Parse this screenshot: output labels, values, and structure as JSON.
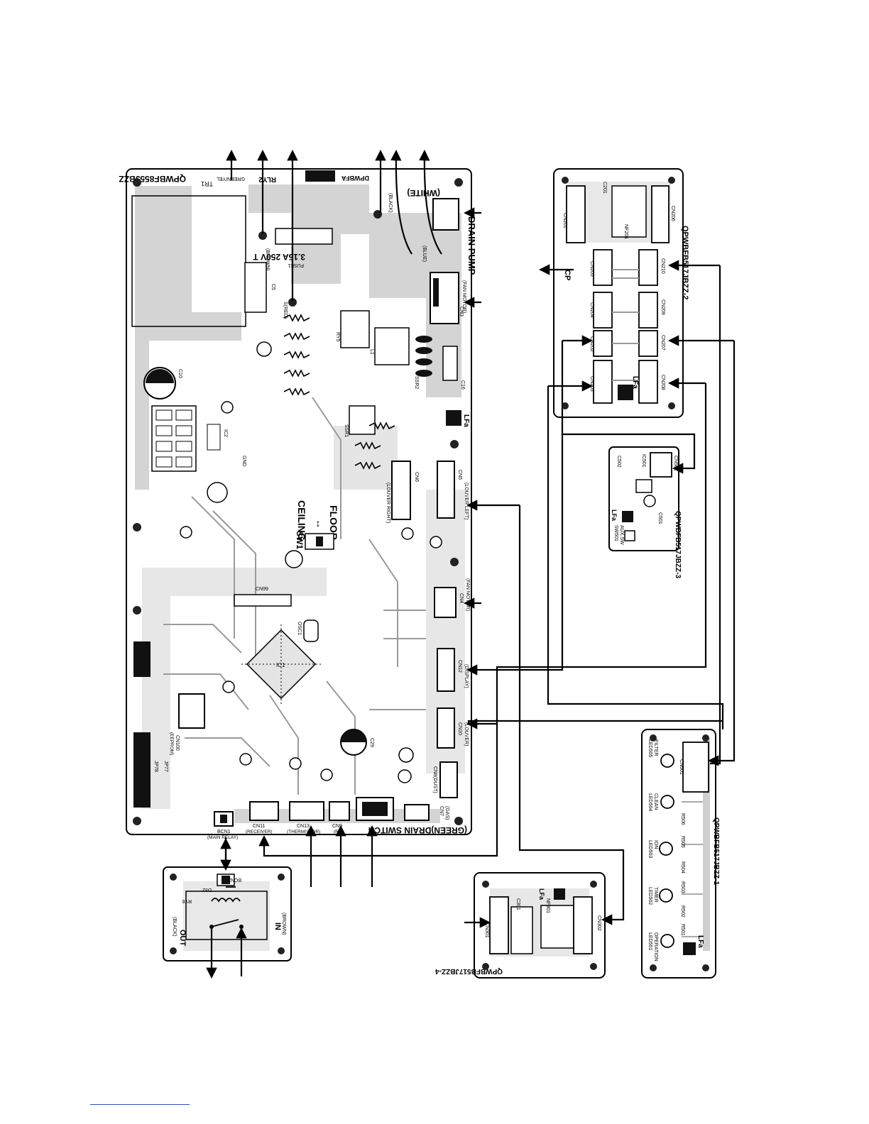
{
  "boards": {
    "main": {
      "part_no": "QPWBF855JBZZ",
      "marks": {
        "rly2": "RLY2",
        "dpwbfa": "DPWBFA",
        "fuse": "3.15A 250V T",
        "fuse_ref": "FUSE1",
        "drain_pump": "DRAIN PUMP",
        "white": "(WHITE)",
        "fan_motor": "(FAN MOTOR)",
        "cn3": "CN3",
        "s_red": "S(RED)",
        "brown": "(BROWN)",
        "green_yel": "GREEN/YEL",
        "black": "(BLACK)",
        "blue": "(BLUE)",
        "ceiling": "CEILING",
        "floor": "FLOOR",
        "sw1": "SW1",
        "tr1": "TR1",
        "drain_switch": "(GREEN)DRAIN SWITCH",
        "lfa": "LFa",
        "gnd": "GND",
        "osc1": "OSC1",
        "ic1": "IC1",
        "cn99": "CN99",
        "ssr1": "SSR1",
        "ssr2": "SSR2",
        "ry5": "RY5",
        "cn6": "CN6",
        "cn6_label": "(LOUVER RIGHT)",
        "cn5": "CN5",
        "cn5_label": "(LOUVER LEFT)",
        "cn4": "CN4",
        "cn4_label": "(FAN MOTOR)",
        "cn12": "CN12",
        "cn12_label": "(DISPLAY)",
        "cn10": "CN10",
        "cn10_label": "(LOUVER)",
        "cn8": "CN8(DUST)",
        "cn7": "CN7",
        "cn7_label": "(GAS)",
        "cn11": "CN11",
        "cn11_label": "(RECEIVER)",
        "cn13": "CN13",
        "cn13_label": "(THERMISTOR)",
        "cn9": "CN9",
        "cn9_label": "(RH)",
        "bcn1": "BCN1",
        "bcn1_label": "(MAIN RELAY)",
        "cn100": "CN100",
        "cn100_label": "(EEPROM)",
        "jp77": "JP77",
        "jp78": "JP78",
        "c10": "C10",
        "c5": "C5",
        "l1": "L1",
        "c16": "C16",
        "c29": "C29",
        "ic2": "IC2"
      }
    },
    "connector_board": {
      "part_no": "QPWBFB517JBZZ-2",
      "marks": {
        "cn201": "CN201",
        "c201": "C201",
        "nf201": "NF201",
        "cn206": "CN206",
        "cn205": "CN205",
        "cn210": "CN210",
        "cn204": "CN204",
        "cn209": "CN209",
        "cn202": "CN202",
        "cn207": "CN207",
        "cn203": "CN203",
        "cn208": "CN208",
        "lfa": "LFa",
        "cp": "CP"
      }
    },
    "aux_board": {
      "part_no": "QPWBFB517JBZZ-3",
      "marks": {
        "c502": "C502",
        "ic501": "IC501",
        "cn502": "CN502",
        "c501": "C501",
        "sw501": "SW501",
        "auxsw": "AUX.SW",
        "lfa": "LFa"
      }
    },
    "display_board": {
      "part_no": "QPWBFB517JBZZ-1",
      "marks": {
        "led505": "LED505",
        "led505_label": "FILTER",
        "cn501": "CN501",
        "led504": "LED504",
        "led504_label": "CLEAN",
        "r506": "R506",
        "led503": "LED503",
        "led503_label": "ION",
        "r505": "R505",
        "r504": "R504",
        "led502": "LED502",
        "led502_label": "TIMER",
        "r503": "R503",
        "r502": "R502",
        "led501": "LED501",
        "led501_label": "OPERATION",
        "r501": "R501",
        "lfa": "LFa"
      }
    },
    "relay_board": {
      "marks": {
        "bcn2": "BCN2",
        "d32": "D32",
        "ry6": "RY6",
        "out": "OUT",
        "out_label": "(BLACK)",
        "in": "IN",
        "in_label": "(BROWN)"
      }
    },
    "filter_board": {
      "part_no": "QPWBFB517JBZZ-4",
      "marks": {
        "cn301": "CN301",
        "c301": "C301",
        "nf301": "NF301",
        "cn302": "CN302",
        "lfa": "LFa"
      }
    }
  },
  "colors": {
    "ink": "#000000",
    "copper": "#cfcfcf",
    "board": "#ffffff",
    "footer_rule": "#2a4fd0"
  }
}
